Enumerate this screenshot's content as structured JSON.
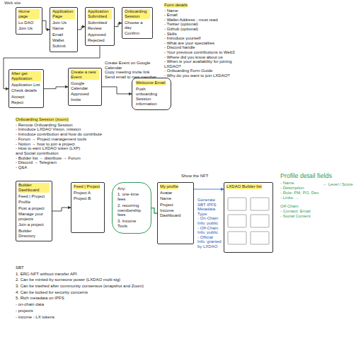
{
  "diagram": {
    "nodes": [
      {
        "text": [
          "Home page",
          "Lu DAO",
          "Join Us"
        ]
      },
      {
        "text": [
          "Application Page",
          "Join Us",
          "Name",
          "Email",
          "Wallet",
          "Submit"
        ]
      },
      {
        "text": [
          "Application Submitted",
          "Submitted",
          "Review",
          "Approved",
          "Rejected"
        ]
      },
      {
        "text": [
          "Onboarding Session",
          "Choose a day",
          "Confirm"
        ]
      },
      {
        "text": [
          "After get Application",
          "Application List",
          "Check details",
          "Accept",
          "Reject"
        ]
      },
      {
        "text": [
          "Create a new Event",
          "Google Calendar",
          "Approved",
          "Invite"
        ]
      },
      {
        "text": [
          "Welcome Email",
          "Push onboarding Session information"
        ]
      },
      {
        "text": [
          "Builder Dashboard",
          "Feed | Project",
          "Profile",
          "Post a project",
          "Manage your projects",
          "Join a project",
          "Builder Directory"
        ]
      },
      {
        "text": [
          "Feed | Project",
          "Project A",
          "Project B"
        ]
      },
      {
        "text": [
          "Any:",
          "1. one-time fees",
          "2. recurring membership fees",
          "3. Income Tools"
        ]
      },
      {
        "text": [
          "My profile",
          "Avatar",
          "Name",
          "Project",
          "Income Dashboard"
        ]
      },
      {
        "text": [
          "LXDAO Builder list"
        ]
      }
    ],
    "edges": [
      {
        "from": 0,
        "to": 1,
        "arrow": "to"
      },
      {
        "from": 1,
        "to": 2,
        "arrow": "to"
      },
      {
        "from": 2,
        "to": 3,
        "arrow": "to"
      },
      {
        "from": 2,
        "to": 4,
        "arrow": "to"
      },
      {
        "from": 4,
        "to": 5,
        "arrow": "to"
      },
      {
        "from": 5,
        "to": 6,
        "arrow": "to"
      },
      {
        "from": 7,
        "to": 8,
        "arrow": "to"
      },
      {
        "from": 9,
        "to": 10,
        "arrow": "none"
      },
      {
        "from": 10,
        "to": 11,
        "arrow": "to"
      }
    ],
    "labels": [
      "Web site",
      "Form details",
      "- Name",
      "- Email",
      "- Wallet Address - must read",
      "- Twitter (optional)",
      "- Github (optional)",
      "- Skills",
      "- Introduce yourself",
      "- What are your specialties",
      "- Discord handle",
      "- Your previous contributions to Web3",
      "- Where did you know about us",
      "- When is your availability for joining LXDAO?",
      "- Onboarding Form Guide",
      "- Why do you want to join LXDAO?",
      "Onboarding Session (zoom)",
      "- Remote Onboarding Session",
      "- Introduce LXDAO Vision, mission",
      "- Introduce contribution and how do contribute",
      "- Forum → Project management tools",
      "- Notion → how to join a project",
      "- How to earn LXDAO token (LXP)",
      "and Social contribution",
      "- Builder list → distribute → Forum",
      "- Discord → Telegram",
      "- Q&A",
      "Show the NFT",
      "Generate SBT IPFS",
      "Metadata",
      "Type:",
      "- On-Chain Info: public",
      "- Off-Chain Info: public",
      "- Official Info: granted by LXDAO",
      "Profile detail fields",
      "- Name",
      "- Description",
      "- Role: PM, PO, Dev",
      "- Links: ...",
      "Off-Chain",
      "- Contact: Email",
      "- Social Content",
      "← Level / Score",
      "SBT",
      "1. ERC-NFT without transfer API",
      "2. Can be minted by someone power (LXDAO multi-sig)",
      "3. Can be trashed after community consensus (snapshot and Zoom)",
      "4. Can be locked for security concerns",
      "5. Rich metadata on IPFS",
      "- on-chain data",
      "- projects",
      "- income - LX tokens",
      "Create Event on Google Calendar",
      "Copy meeting invite link",
      "Send email to new member"
    ]
  }
}
